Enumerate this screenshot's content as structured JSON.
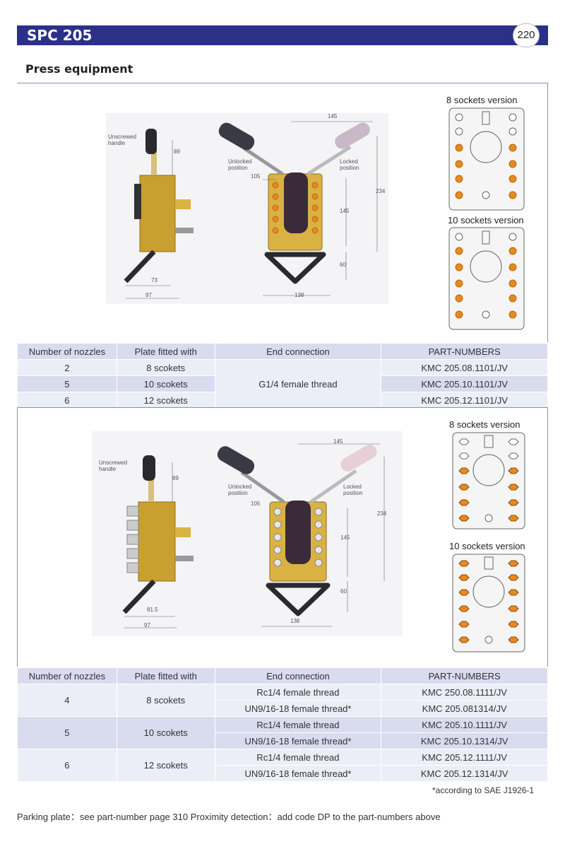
{
  "header": {
    "title": "SPC 205",
    "page": "220"
  },
  "section_title": "Press equipment",
  "panel1": {
    "labels": {
      "unscrewed": "Unscrewed handle",
      "unlocked": "Unlocked position",
      "locked": "Locked position",
      "d145": "145",
      "d89": "89",
      "d105": "105",
      "d234": "234",
      "d145b": "145",
      "d60": "60",
      "d73": "73",
      "d97": "97",
      "d138": "138"
    },
    "v8": "8 sockets version",
    "v10": "10 sockets version"
  },
  "table1": {
    "headers": [
      "Number of nozzles",
      "Plate fitted with",
      "End connection",
      "PART-NUMBERS"
    ],
    "rows": [
      {
        "nozzles": "2",
        "plate": "8 scokets",
        "part": "KMC 205.08.1101/JV"
      },
      {
        "nozzles": "5",
        "plate": "10 scokets",
        "part": "KMC 205.10.1101/JV"
      },
      {
        "nozzles": "6",
        "plate": "12 scokets",
        "part": "KMC 205.12.1101/JV"
      }
    ],
    "connection": "G1/4 female thread"
  },
  "panel2": {
    "labels": {
      "unscrewed": "Unscrewed handle",
      "unlocked": "Unlocked position",
      "locked": "Locked position",
      "d145": "145",
      "d89": "89",
      "d105": "105",
      "d234": "234",
      "d145b": "145",
      "d60": "60",
      "d815": "81.5",
      "d97": "97",
      "d138": "138"
    },
    "v8": "8  sockets version",
    "v10": "10 sockets version"
  },
  "table2": {
    "headers": [
      "Number of nozzles",
      "Plate fitted with",
      "End connection",
      "PART-NUMBERS"
    ],
    "groups": [
      {
        "nozzles": "4",
        "plate": "8 scokets",
        "rows": [
          {
            "conn": "Rc1/4 female thread",
            "part": "KMC 250.08.1111/JV"
          },
          {
            "conn": "UN9/16-18 female thread*",
            "part": "KMC 205.081314/JV"
          }
        ]
      },
      {
        "nozzles": "5",
        "plate": "10 scokets",
        "rows": [
          {
            "conn": "Rc1/4 female thread",
            "part": "KMC 205.10.1111/JV"
          },
          {
            "conn": "UN9/16-18 female thread*",
            "part": "KMC 205.10.1314/JV"
          }
        ]
      },
      {
        "nozzles": "6",
        "plate": "12 scokets",
        "rows": [
          {
            "conn": "Rc1/4 female thread",
            "part": "KMC 205.12.1111/JV"
          },
          {
            "conn": "UN9/16-18 female thread*",
            "part": "KMC 205.12.1314/JV"
          }
        ]
      }
    ]
  },
  "footnote": "*according to SAE J1926-1",
  "footer": "Parking plate：see part-number page 310  Proximity detection：add code DP to the part-numbers above",
  "colors": {
    "brand": "#2b3187",
    "table_row": "#d9dcef",
    "table_alt": "#eceef7",
    "socket": "#e8891e",
    "brass": "#c9a030"
  }
}
